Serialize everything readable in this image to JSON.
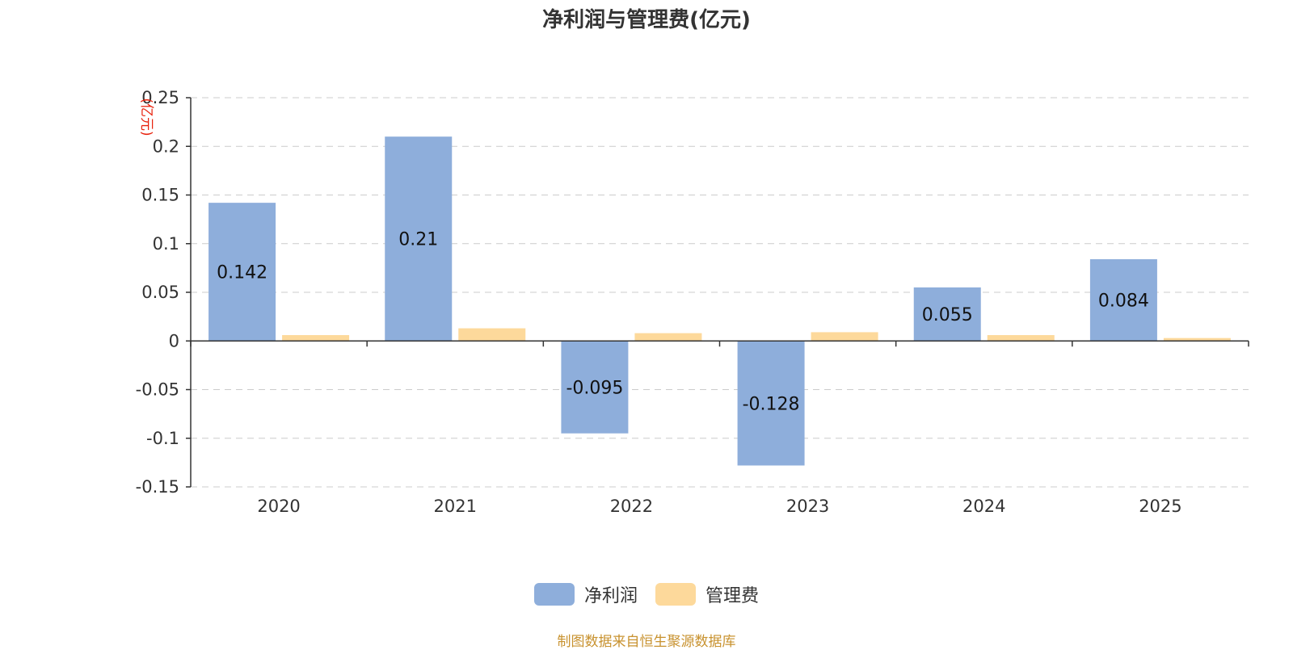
{
  "chart_data": {
    "type": "bar",
    "title": "净利润与管理费(亿元)",
    "unit_label": "(亿元)",
    "categories": [
      "2020",
      "2021",
      "2022",
      "2023",
      "2024",
      "2025"
    ],
    "series": [
      {
        "name": "净利润",
        "values": [
          0.142,
          0.21,
          -0.095,
          -0.128,
          0.055,
          0.084
        ],
        "labels": [
          "0.142",
          "0.21",
          "-0.095",
          "-0.128",
          "0.055",
          "0.084"
        ],
        "color": "#8eaedb"
      },
      {
        "name": "管理费",
        "values": [
          0.006,
          0.013,
          0.008,
          0.009,
          0.006,
          0.003
        ],
        "color": "#fdd99b"
      }
    ],
    "ylim": [
      -0.15,
      0.25
    ],
    "yticks": [
      "-0.15",
      "-0.1",
      "-0.05",
      "0",
      "0.05",
      "0.1",
      "0.15",
      "0.2",
      "0.25"
    ],
    "grid": true,
    "legend_position": "bottom"
  },
  "source_note": "制图数据来自恒生聚源数据库"
}
